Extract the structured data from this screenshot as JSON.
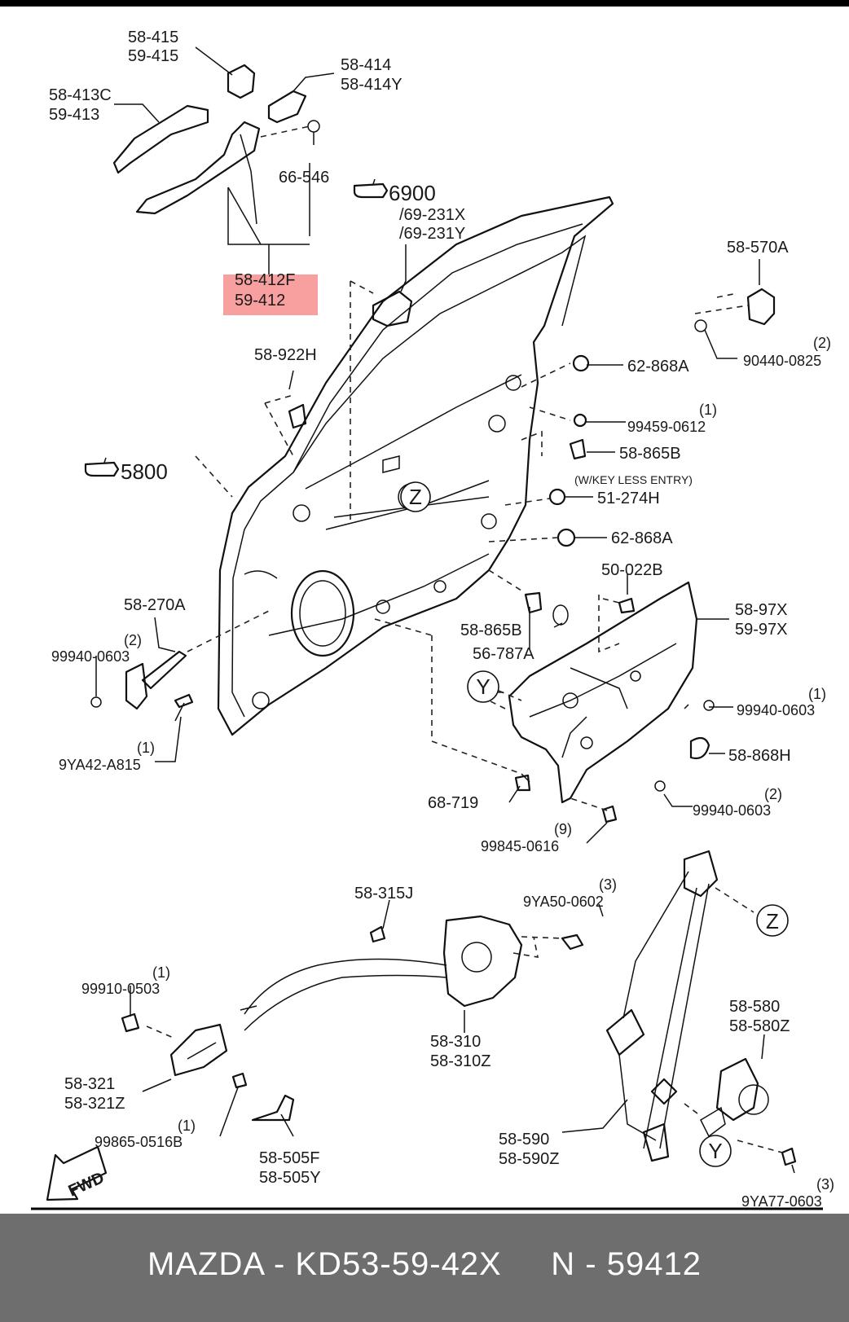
{
  "labels": {
    "l58_415": "58-415",
    "l59_415": "59-415",
    "l58_414": "58-414",
    "l58_414y": "58-414Y",
    "l58_413c": "58-413C",
    "l59_413": "59-413",
    "l66_546": "66-546",
    "l58_412f": "58-412F",
    "l59_412": "59-412",
    "l6900": "6900",
    "l69_231x": "/69-231X",
    "l69_231y": "/69-231Y",
    "l58_570a": "58-570A",
    "l90440_qty": "(2)",
    "l90440": "90440-0825",
    "l58_922h": "58-922H",
    "l62_868a_1": "62-868A",
    "l99459_qty": "(1)",
    "l99459": "99459-0612",
    "l58_865b_1": "58-865B",
    "l_wkeyless": "(W/KEY LESS ENTRY)",
    "l51_274h": "51-274H",
    "l5800": "5800",
    "l62_868a_2": "62-868A",
    "l50_022b": "50-022B",
    "l58_270a": "58-270A",
    "l99940_a_qty": "(2)",
    "l99940_a": "99940-0603",
    "l58_97x": "58-97X",
    "l59_97x": "59-97X",
    "l58_865b_2": "58-865B",
    "l56_787a": "56-787A",
    "l99940_b_qty": "(1)",
    "l99940_b": "99940-0603",
    "l9ya42_qty": "(1)",
    "l9ya42": "9YA42-A815",
    "l58_868h": "58-868H",
    "l68_719": "68-719",
    "l99940_c_qty": "(2)",
    "l99940_c": "99940-0603",
    "l99845_qty": "(9)",
    "l99845": "99845-0616",
    "l58_315j": "58-315J",
    "l9ya50_qty": "(3)",
    "l9ya50": "9YA50-0602",
    "l99910_qty": "(1)",
    "l99910": "99910-0503",
    "l58_310": "58-310",
    "l58_310z": "58-310Z",
    "l58_580": "58-580",
    "l58_580z": "58-580Z",
    "l58_321": "58-321",
    "l58_321z": "58-321Z",
    "l99865_qty": "(1)",
    "l99865": "99865-0516B",
    "l58_505f": "58-505F",
    "l58_505y": "58-505Y",
    "l58_590": "58-590",
    "l58_590z": "58-590Z",
    "l9ya77_qty": "(3)",
    "l9ya77": "9YA77-0603",
    "fwd": "FWD",
    "callout_z1": "Z",
    "callout_z2": "Z",
    "callout_y1": "Y",
    "callout_y2": "Y"
  },
  "highlight_color": "#f8a0a0",
  "footer": {
    "text": "MAZDA - KD53-59-42X     N - 59412"
  }
}
